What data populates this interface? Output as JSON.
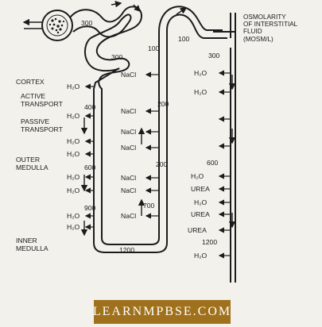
{
  "header": {
    "osmolarity_lines": [
      "OSMOLARITY",
      "OF INTERSTITIAL",
      "FLUID",
      "(MOSM/L)"
    ]
  },
  "zones": {
    "cortex": "CORTEX",
    "active": [
      "ACTIVE",
      "TRANSPORT"
    ],
    "passive": [
      "PASSIVE",
      "TRANSPORT"
    ],
    "outer": [
      "OUTER",
      "MEDULLA"
    ],
    "inner": [
      "INNER",
      "MEDULLA"
    ]
  },
  "osmolarity_values": {
    "top_loop": "300",
    "dct": "300",
    "cortex_mid": "400",
    "outer": "600",
    "deep": "900",
    "bottom": "1200",
    "ascending_200a": "200",
    "ascending_200b": "200",
    "ascending_700": "700",
    "dct_100": "100",
    "cd_100": "100",
    "cd_300": "300",
    "cd_600": "600",
    "cd_1200": "1200"
  },
  "molecules": {
    "water": "H₂O",
    "salt": "NaCl",
    "urea": "UREA"
  },
  "footer": {
    "brand": "LEARNMPBSE.COM"
  }
}
